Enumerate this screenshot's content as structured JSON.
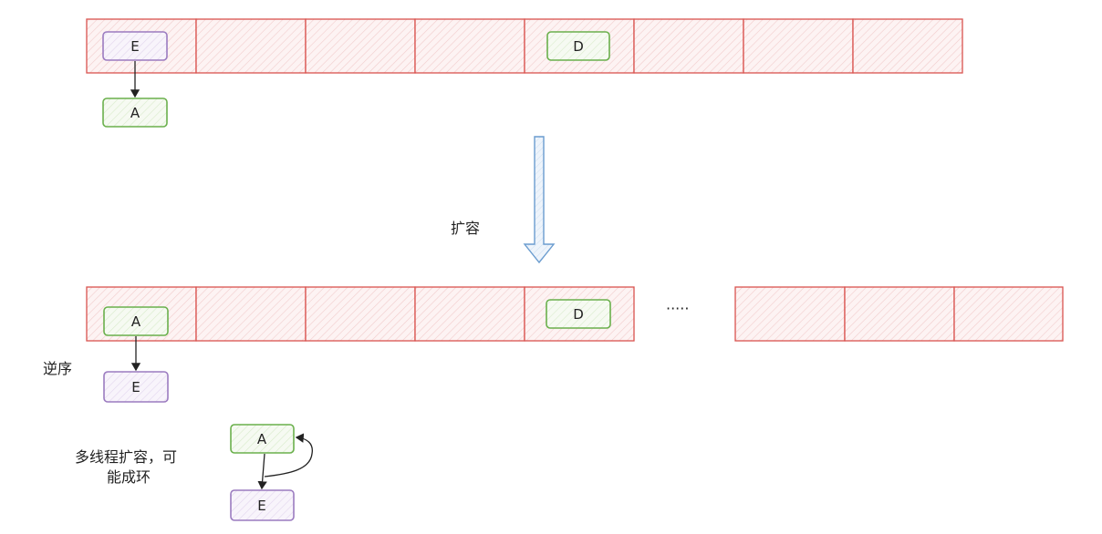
{
  "diagram": {
    "colors": {
      "cell_stroke": "#d9534f",
      "green_stroke": "#6ab04c",
      "purple_stroke": "#9b7bc0",
      "arrow_blue": "#6a9ccf"
    },
    "top_array": {
      "cell_count": 8,
      "nodes": {
        "e": "E",
        "d": "D",
        "a": "A"
      }
    },
    "resize_label": "扩容",
    "bottom_array": {
      "left_cell_count": 5,
      "right_cell_count": 3,
      "ellipsis": "·····",
      "nodes": {
        "a": "A",
        "d": "D",
        "e": "E"
      }
    },
    "reverse_label": "逆序",
    "cycle": {
      "label_line1": "多线程扩容，可",
      "label_line2": "能成环",
      "nodes": {
        "a": "A",
        "e": "E"
      }
    }
  }
}
